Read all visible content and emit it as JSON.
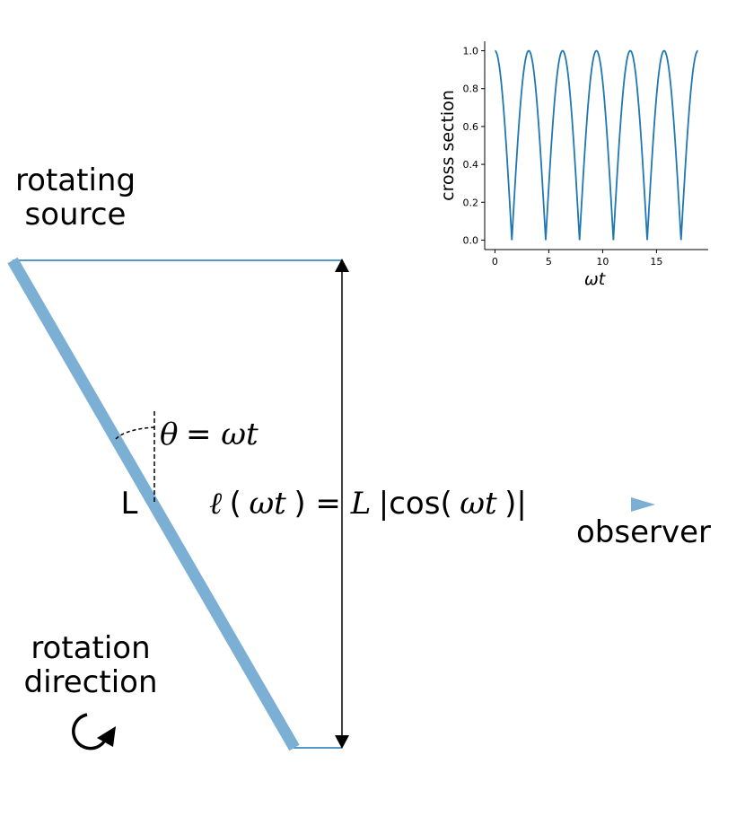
{
  "labels": {
    "rotating_source": [
      "rotating",
      "source"
    ],
    "theta_lhs": "θ",
    "theta_rhs": "ωt",
    "rod_length": "L",
    "ell_formula": {
      "ell": "ℓ",
      "open": "(",
      "arg": "ωt",
      "close_eq": ") = ",
      "L": "L",
      "abs_open": "|cos(",
      "arg2": "ωt",
      "abs_close": ")|"
    },
    "observer": "observer",
    "rotation_direction": [
      "rotation",
      "direction"
    ]
  },
  "colors": {
    "rod": "#7bafd4",
    "observer_marker": "#7bafd4",
    "guide_line": "#1f77b4",
    "curve": "#1f77b4"
  },
  "icons": {
    "rotation": "rotation-arrow-icon",
    "observer": "observer-triangle-icon"
  },
  "chart_data": {
    "type": "line",
    "function": "abs(cos(x))",
    "xlabel": "ωt",
    "ylabel": "cross section",
    "xlim": [
      -0.95,
      19.8
    ],
    "ylim": [
      -0.05,
      1.05
    ],
    "x_range": [
      0,
      18.85
    ],
    "xticks": [
      0,
      5,
      10,
      15
    ],
    "xtick_labels": [
      "0",
      "5",
      "10",
      "15"
    ],
    "yticks": [
      0.0,
      0.2,
      0.4,
      0.6,
      0.8,
      1.0
    ],
    "ytick_labels": [
      "0.0",
      "0.2",
      "0.4",
      "0.6",
      "0.8",
      "1.0"
    ],
    "sample_points": {
      "x": [
        0,
        1.5708,
        3.1416,
        4.7124,
        6.2832,
        7.854,
        9.4248,
        10.9956,
        12.5664,
        14.1372,
        15.708,
        17.2788,
        18.8496
      ],
      "y": [
        1.0,
        0.0,
        1.0,
        0.0,
        1.0,
        0.0,
        1.0,
        0.0,
        1.0,
        0.0,
        1.0,
        0.0,
        1.0
      ]
    },
    "grid": false
  }
}
